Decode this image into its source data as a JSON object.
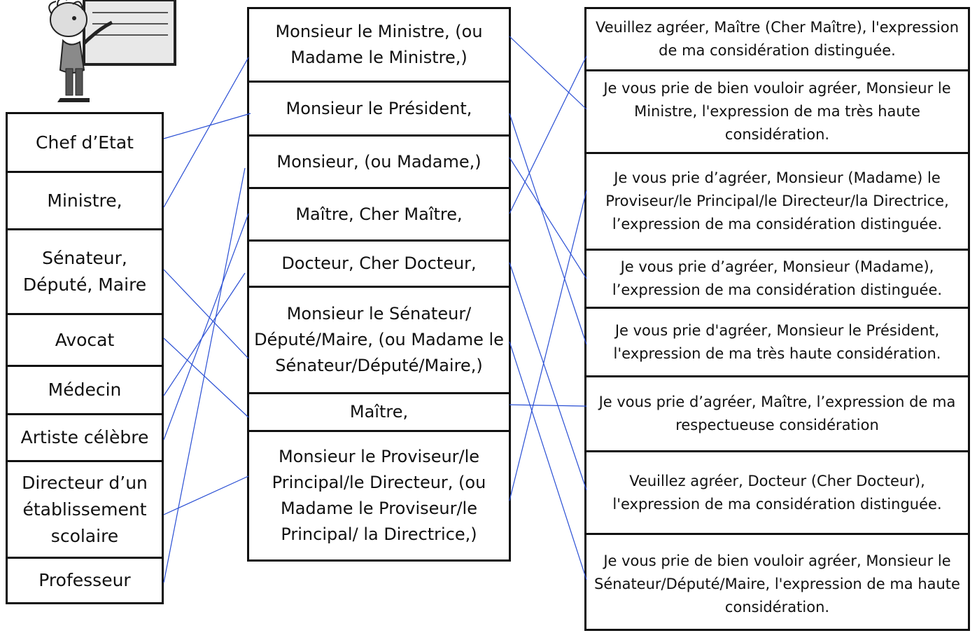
{
  "left_column": [
    "Chef d’Etat",
    "Ministre,",
    "Sénateur, Député, Maire",
    "Avocat",
    "Médecin",
    "Artiste célèbre",
    "Directeur d’un établissement scolaire",
    "Professeur"
  ],
  "middle_column": [
    "Monsieur le Ministre, (ou Madame le Ministre,)",
    "Monsieur le Président,",
    "Monsieur, (ou Madame,)",
    "Maître, Cher Maître,",
    "Docteur, Cher Docteur,",
    "Monsieur le Sénateur/ Député/Maire, (ou Madame le Sénateur/Député/Maire,)",
    "Maître,",
    "Monsieur le Proviseur/le Principal/le Directeur, (ou Madame le Proviseur/le Principal/ la Directrice,)"
  ],
  "right_column": [
    "Veuillez agréer, Maître (Cher Maître), l'expression de ma considération distinguée.",
    "Je vous prie de bien vouloir agréer, Monsieur le Ministre, l'expression de ma très haute considération.",
    "Je vous prie d’agréer, Monsieur (Madame) le Proviseur/le Principal/le Directeur/la Directrice, l’expression de ma considération distinguée.",
    "Je vous prie d’agréer, Monsieur (Madame), l’expression de ma considération distinguée.",
    "Je vous prie d'agréer, Monsieur le Président, l'expression de ma très haute considération.",
    "Je vous prie d’agréer, Maître, l’expression de ma respectueuse considération",
    "Veuillez agréer, Docteur (Cher Docteur), l'expression de ma considération distinguée.",
    "Je vous prie de bien vouloir agréer, Monsieur le Sénateur/Député/Maire, l'expression de ma haute considération."
  ],
  "colors": {
    "line": "#2a4fd4",
    "border": "#111111"
  }
}
